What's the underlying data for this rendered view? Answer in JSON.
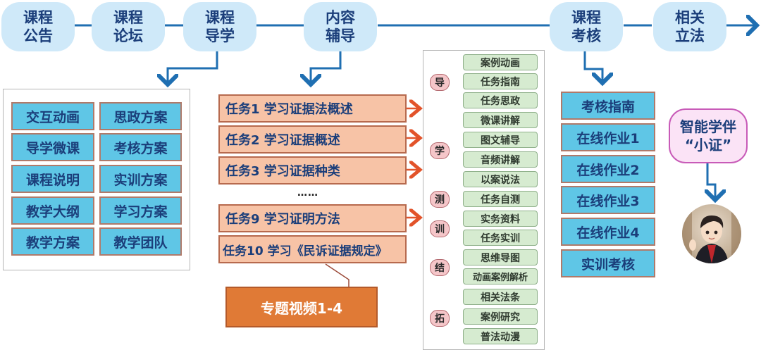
{
  "timeline": {
    "nodes": [
      {
        "id": "announcement",
        "line1": "课程",
        "line2": "公告"
      },
      {
        "id": "forum",
        "line1": "课程",
        "line2": "论坛"
      },
      {
        "id": "guide",
        "line1": "课程",
        "line2": "导学"
      },
      {
        "id": "content",
        "line1": "内容",
        "line2": "辅导"
      },
      {
        "id": "assessment",
        "line1": "课程",
        "line2": "考核"
      },
      {
        "id": "legislation",
        "line1": "相关",
        "line2": "立法"
      }
    ]
  },
  "guide_panel": {
    "items": [
      "交互动画",
      "思政方案",
      "导学微课",
      "考核方案",
      "课程说明",
      "实训方案",
      "教学大纲",
      "学习方案",
      "教学方案",
      "教学团队"
    ]
  },
  "tasks": {
    "items": [
      "任务1 学习证据法概述",
      "任务2  学习证据概述",
      "任务3  学习证据种类",
      "任务9  学习证明方法",
      "任务10 学习《民诉证据规定》"
    ],
    "ellipsis": "……",
    "video_label": "专题视频1-4"
  },
  "flow": {
    "stages": [
      {
        "label": "导",
        "items": [
          "案例动画",
          "任务指南",
          "任务思政"
        ]
      },
      {
        "label": "学",
        "items": [
          "微课讲解",
          "图文辅导",
          "音频讲解",
          "以案说法"
        ]
      },
      {
        "label": "测",
        "items": [
          "任务自测"
        ]
      },
      {
        "label": "训",
        "items": [
          "实务资料",
          "任务实训"
        ]
      },
      {
        "label": "结",
        "items": [
          "思维导图",
          "动画案例解析"
        ]
      },
      {
        "label": "拓",
        "items": [
          "相关法条",
          "案例研究",
          "普法动漫"
        ]
      }
    ]
  },
  "assessment_list": {
    "items": [
      "考核指南",
      "在线作业1",
      "在线作业2",
      "在线作业3",
      "在线作业4",
      "实训考核"
    ]
  },
  "companion": {
    "line1": "智能学伴",
    "line2": "“小证”",
    "avatar": "cartoon-avatar"
  },
  "colors": {
    "line_blue": "#1f6fb2",
    "arrow_orange": "#e2532a",
    "pill_bg": "#cfe9f9",
    "text_navy": "#1b3e7a"
  }
}
